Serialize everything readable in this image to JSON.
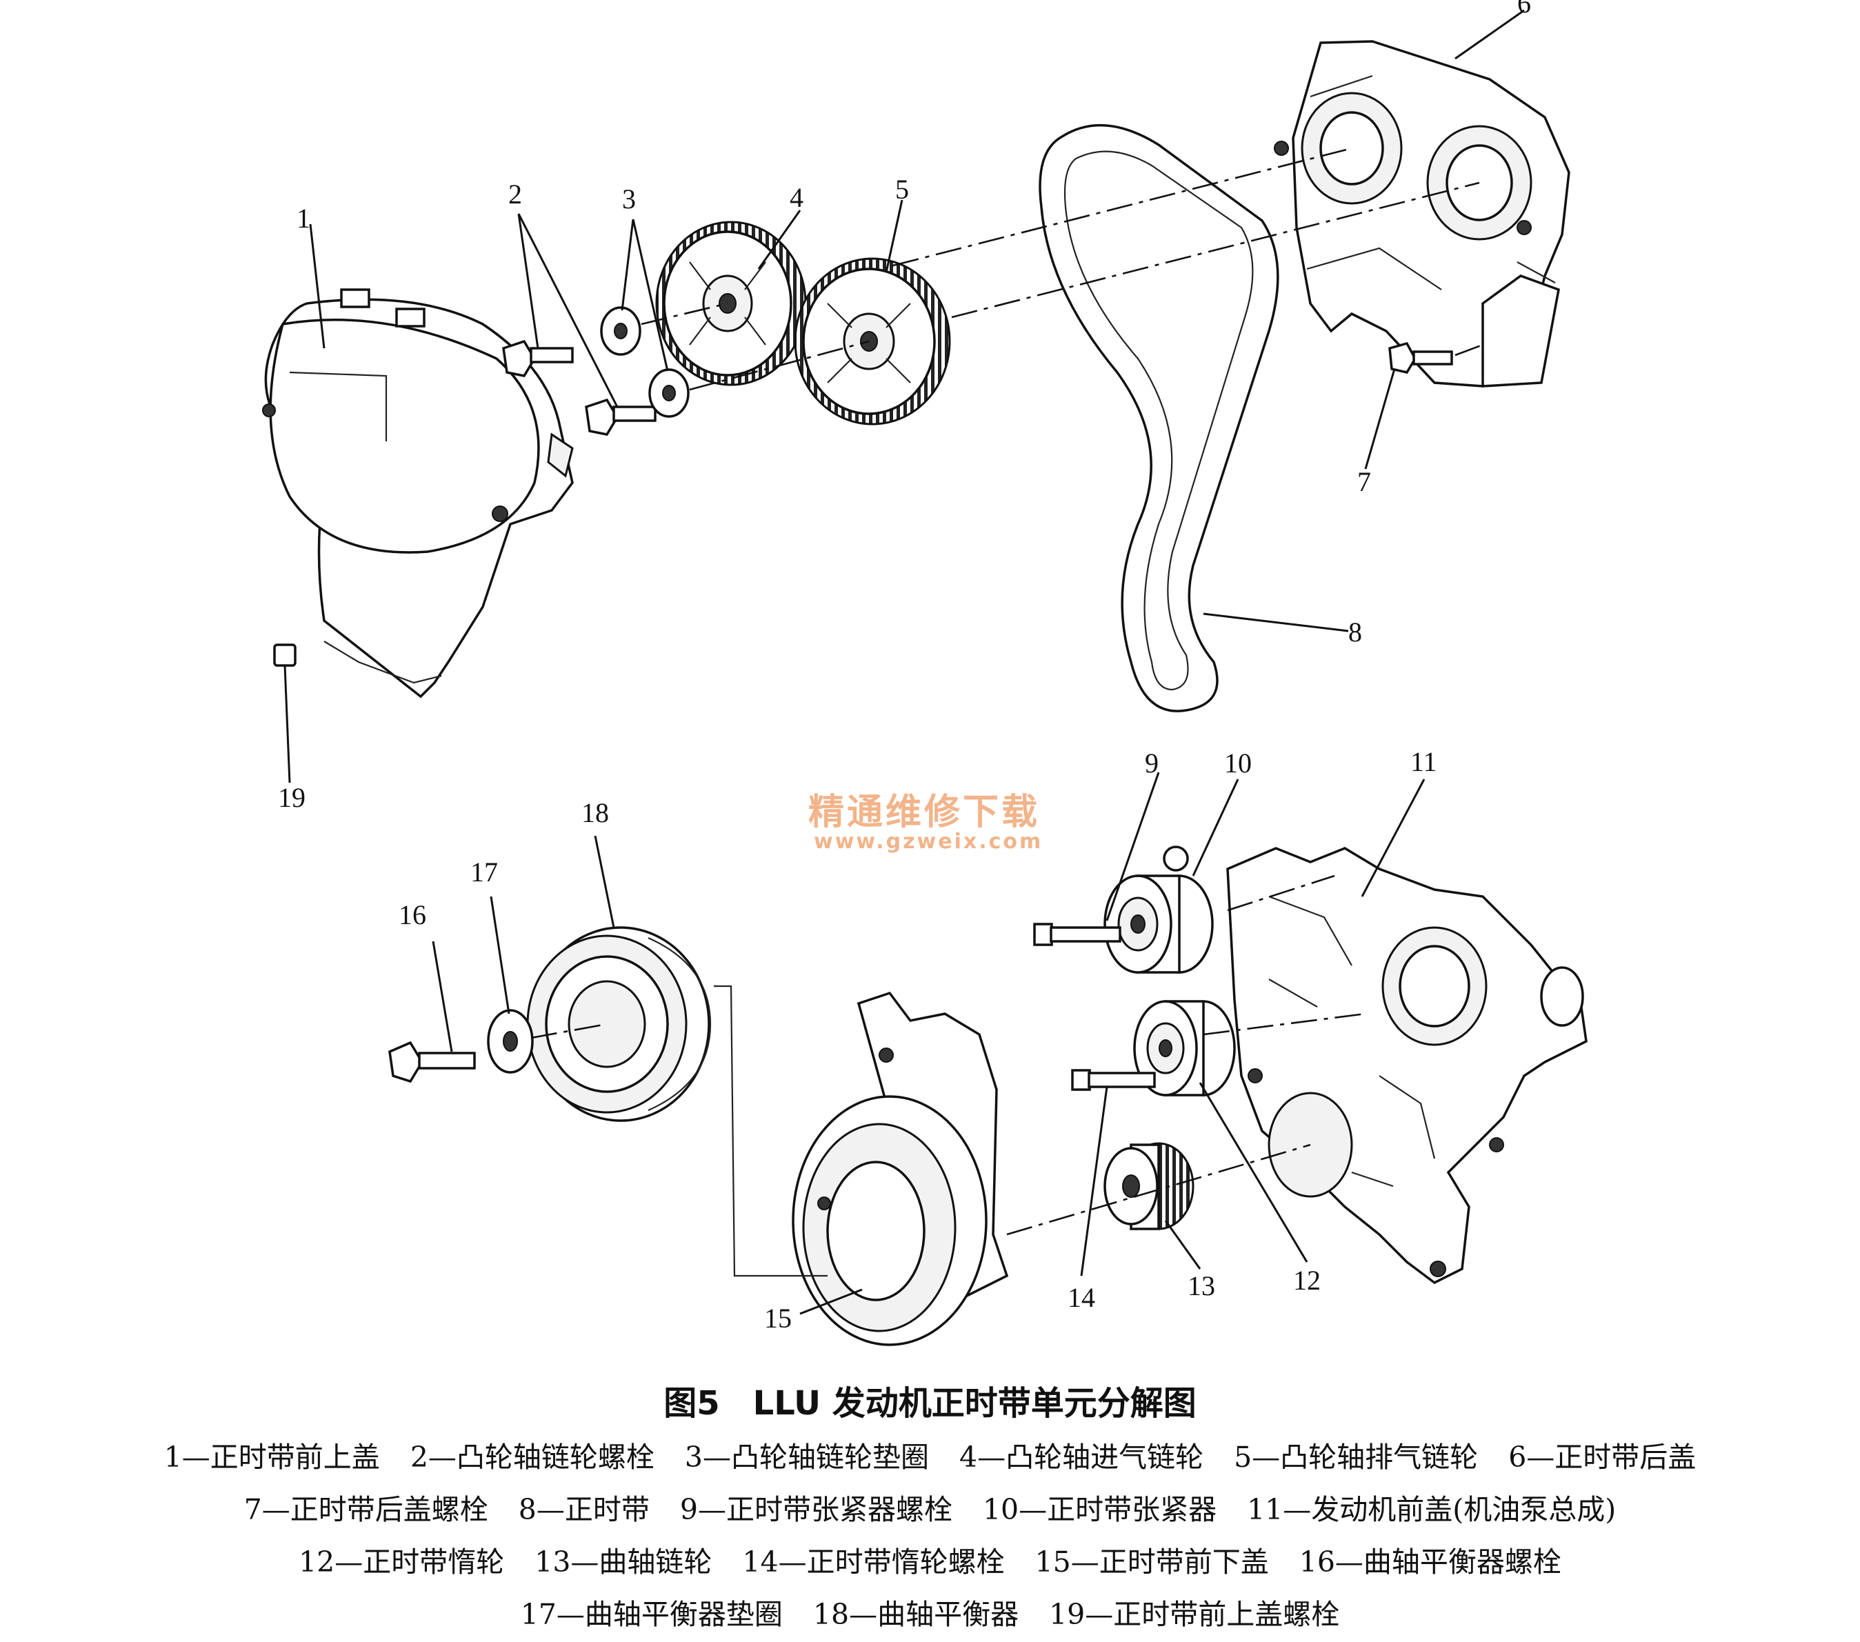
{
  "labels": {
    "l1": "1",
    "l2": "2",
    "l3": "3",
    "l4": "4",
    "l5": "5",
    "l6": "6",
    "l7": "7",
    "l8": "8",
    "l9": "9",
    "l10": "10",
    "l11": "11",
    "l12": "12",
    "l13": "13",
    "l14": "14",
    "l15": "15",
    "l16": "16",
    "l17": "17",
    "l18": "18",
    "l19": "19"
  },
  "watermark": {
    "name": "精通维修下载",
    "url": "www.gzweix.com"
  },
  "caption": "图5　LLU 发动机正时带单元分解图",
  "legend": [
    [
      "1—正时带前上盖",
      "2—凸轮轴链轮螺栓",
      "3—凸轮轴链轮垫圈",
      "4—凸轮轴进气链轮",
      "5—凸轮轴排气链轮",
      "6—正时带后盖"
    ],
    [
      "7—正时带后盖螺栓",
      "8—正时带",
      "9—正时带张紧器螺栓",
      "10—正时带张紧器",
      "11—发动机前盖(机油泵总成)"
    ],
    [
      "12—正时带惰轮",
      "13—曲轴链轮",
      "14—正时带惰轮螺栓",
      "15—正时带前下盖",
      "16—曲轴平衡器螺栓"
    ],
    [
      "17—曲轴平衡器垫圈",
      "18—曲轴平衡器",
      "19—正时带前上盖螺栓"
    ]
  ]
}
